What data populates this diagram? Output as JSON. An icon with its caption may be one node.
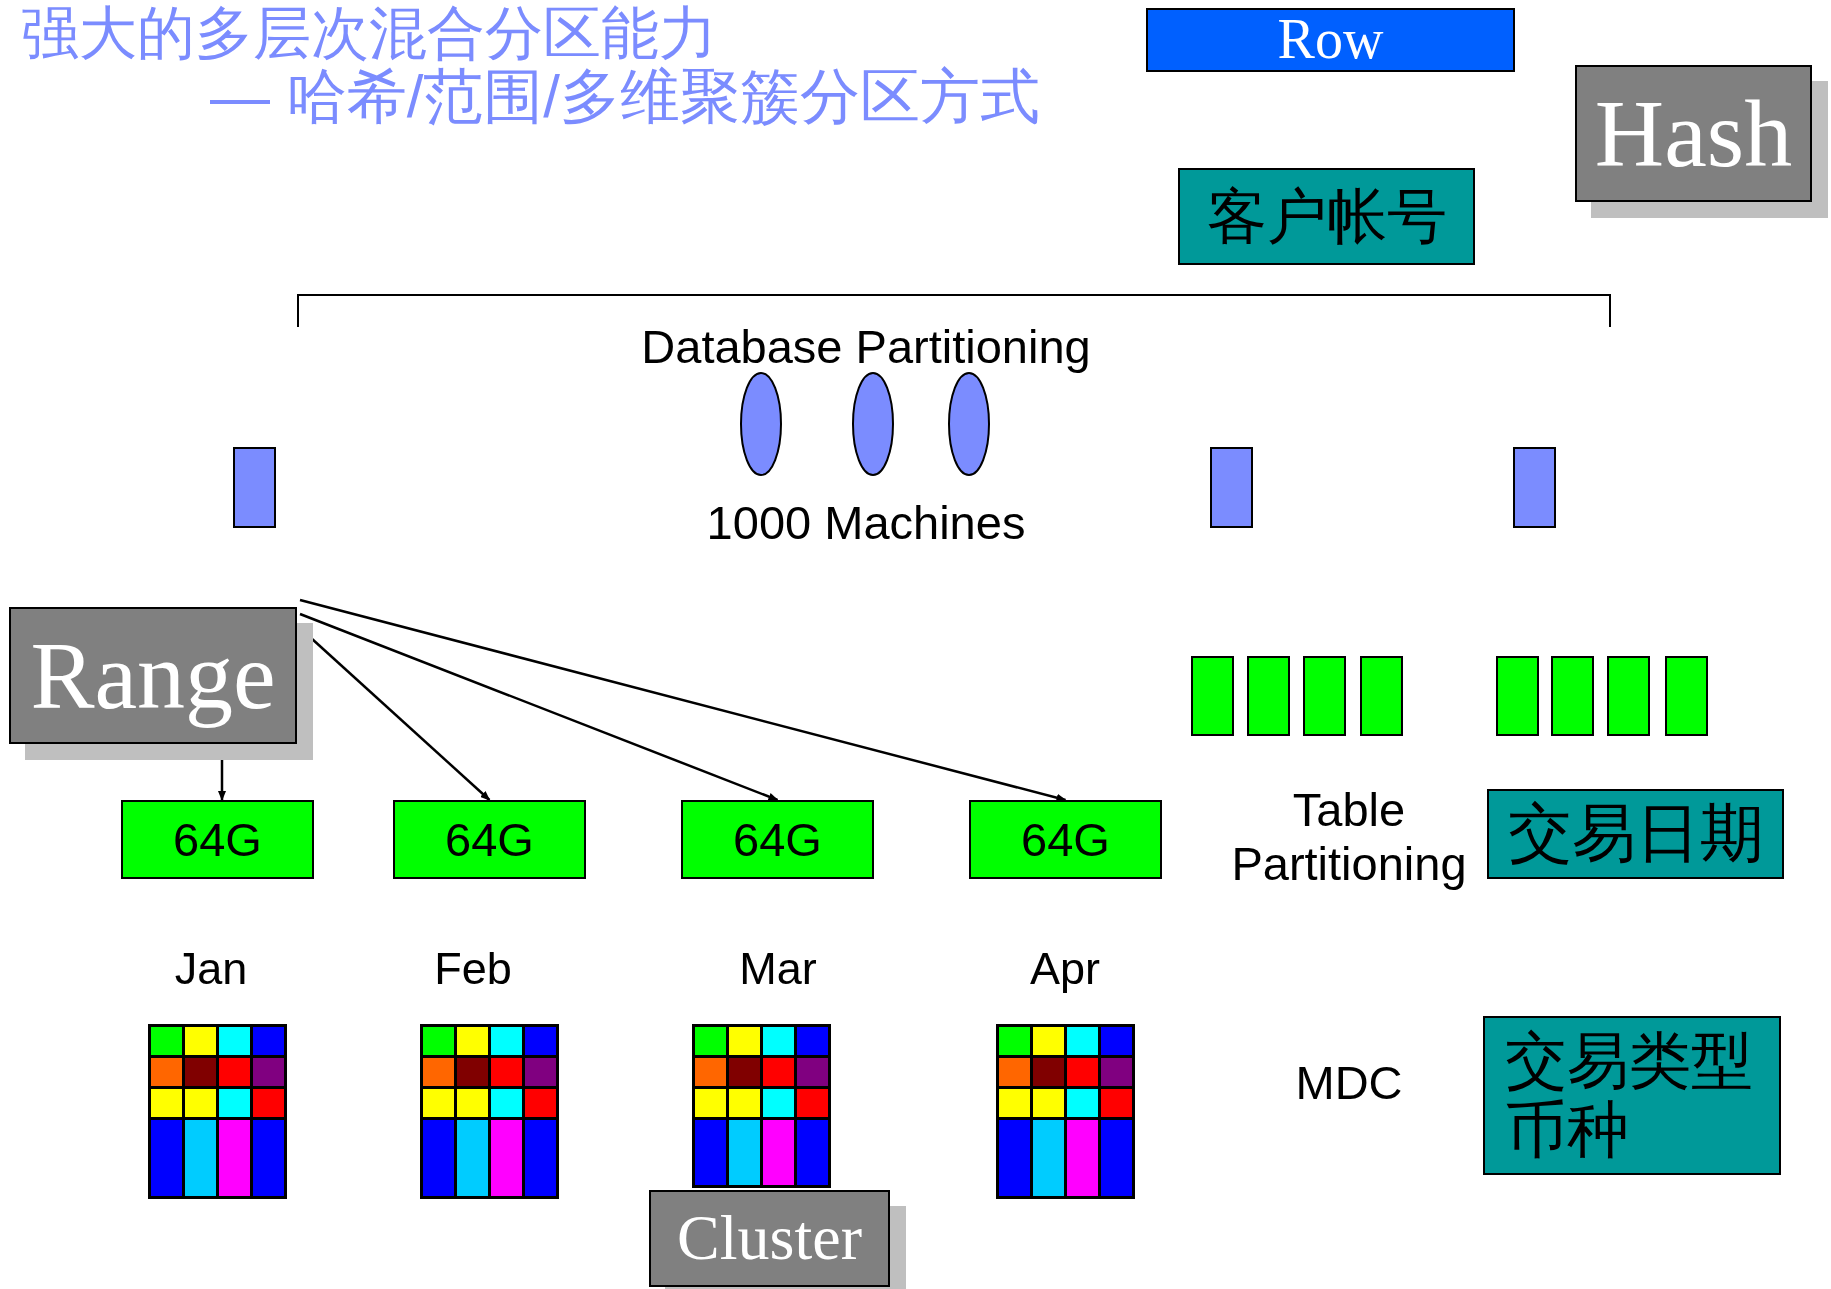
{
  "diagram": {
    "title": "强大的多层次混合分区能力",
    "nodes": [
      {
        "text": [
          "Row"
        ]
      },
      {
        "text": [
          "Hash"
        ]
      },
      {
        "text": [
          "客户帐号"
        ]
      },
      {
        "text": [],
        "shape": "ellipse"
      },
      {
        "text": [],
        "shape": "ellipse"
      },
      {
        "text": [],
        "shape": "ellipse"
      },
      {
        "text": [],
        "shape": "box"
      },
      {
        "text": [],
        "shape": "box"
      },
      {
        "text": [],
        "shape": "box"
      },
      {
        "text": [
          "Range"
        ]
      },
      {
        "text": [],
        "shape": "box"
      },
      {
        "text": [],
        "shape": "box"
      },
      {
        "text": [],
        "shape": "box"
      },
      {
        "text": [],
        "shape": "box"
      },
      {
        "text": [],
        "shape": "box"
      },
      {
        "text": [],
        "shape": "box"
      },
      {
        "text": [],
        "shape": "box"
      },
      {
        "text": [],
        "shape": "box"
      },
      {
        "text": [
          "64G"
        ]
      },
      {
        "text": [
          "64G"
        ]
      },
      {
        "text": [
          "64G"
        ]
      },
      {
        "text": [
          "64G"
        ]
      },
      {
        "text": [
          "交易日期"
        ]
      },
      {
        "text": [],
        "shape": "picture"
      },
      {
        "text": [],
        "shape": "picture"
      },
      {
        "text": [],
        "shape": "picture"
      },
      {
        "text": [],
        "shape": "picture"
      },
      {
        "text": [
          "交易类型币种"
        ]
      },
      {
        "text": [
          "Cluster"
        ]
      }
    ],
    "edges": [
      {
        "from": 9,
        "to": 18,
        "arrow": "to"
      },
      {
        "from": 9,
        "to": 19,
        "arrow": "to"
      },
      {
        "from": 9,
        "to": 20,
        "arrow": "to"
      },
      {
        "from": 9,
        "to": 21,
        "arrow": "to"
      }
    ],
    "labels": [
      "— 哈希/范围/多维聚簇分区方式",
      "Database Partitioning",
      "1000 Machines",
      "Table Partitioning",
      "Jan",
      "Feb",
      "Mar",
      "Apr",
      "MDC"
    ]
  }
}
